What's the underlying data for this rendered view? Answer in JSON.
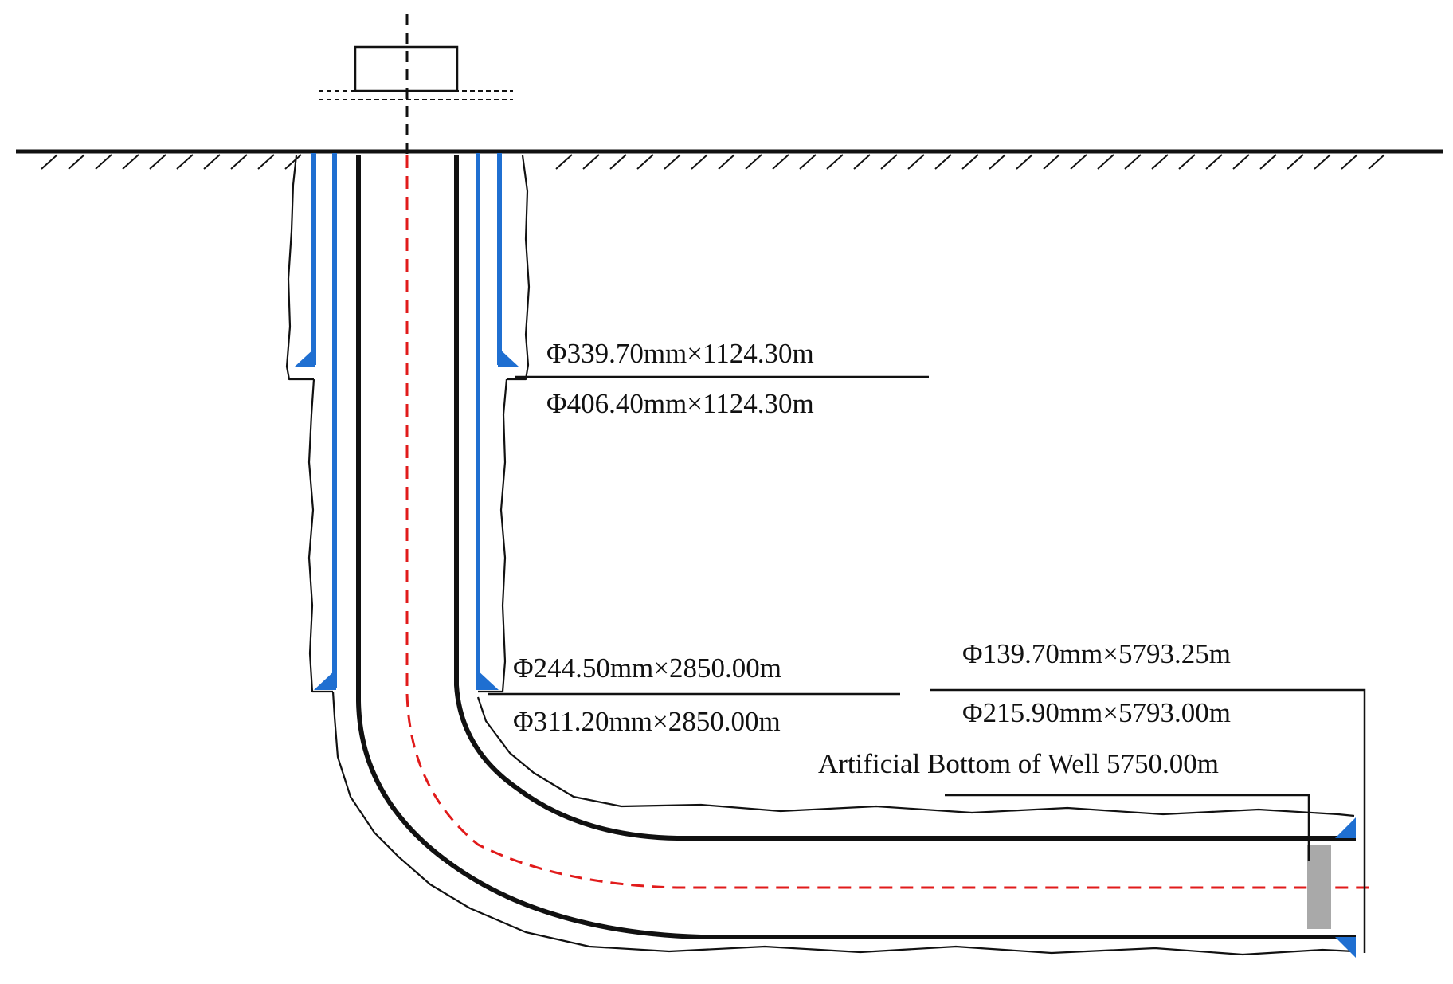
{
  "diagram": {
    "labels": {
      "surface_casing": "Φ339.70mm×1124.30m",
      "surface_hole": "Φ406.40mm×1124.30m",
      "intermediate_casing": "Φ244.50mm×2850.00m",
      "intermediate_hole": "Φ311.20mm×2850.00m",
      "production_casing": "Φ139.70mm×5793.25m",
      "production_hole": "Φ215.90mm×5793.00m",
      "artificial_bottom": "Artificial Bottom of Well 5750.00m"
    },
    "colors": {
      "casing": "#1f6fd1",
      "trajectory": "#e11b1b",
      "plug": "#a9a9a9",
      "line": "#111111"
    }
  }
}
